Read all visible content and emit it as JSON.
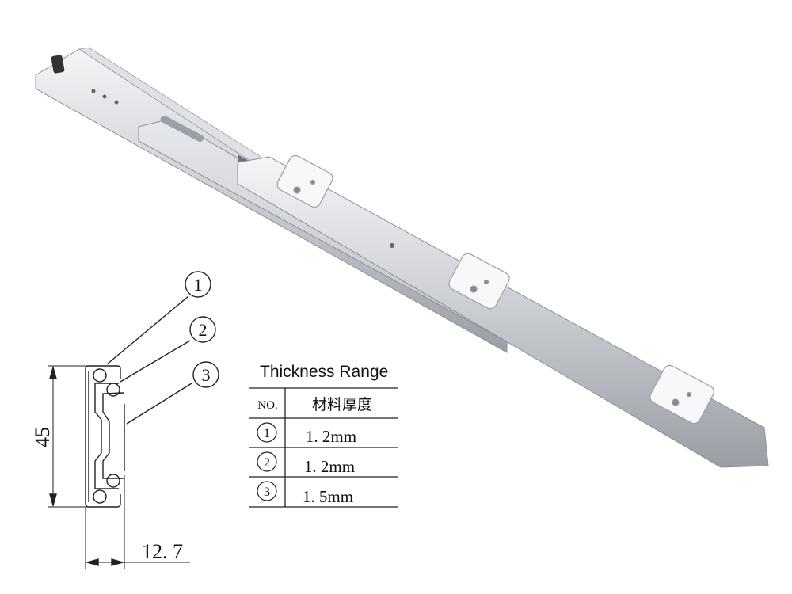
{
  "diagram": {
    "callouts": [
      "1",
      "2",
      "3"
    ],
    "dimensions": {
      "height": "45",
      "width": "12. 7"
    }
  },
  "table": {
    "title": "Thickness Range",
    "header": {
      "no": "NO.",
      "material": "材料厚度"
    },
    "rows": [
      {
        "no": "1",
        "thickness": "1. 2mm"
      },
      {
        "no": "2",
        "thickness": "1. 2mm"
      },
      {
        "no": "3",
        "thickness": "1. 5mm"
      }
    ]
  }
}
